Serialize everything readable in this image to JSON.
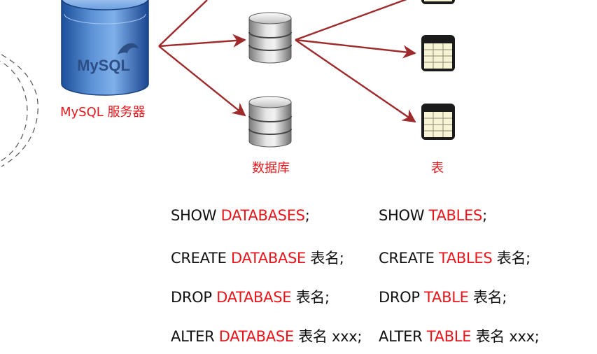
{
  "server": {
    "label": "MySQL 服务器",
    "logo_text": "MySQL"
  },
  "database_label": "数据库",
  "table_label": "表",
  "colors": {
    "arrow": "#9e2a2b",
    "accent_red": "#e8161b",
    "text": "#111111"
  },
  "commands": {
    "database": [
      {
        "prefix": "SHOW ",
        "keyword": "DATABASES",
        "suffix": ";"
      },
      {
        "prefix": "CREATE ",
        "keyword": "DATABASE",
        "suffix": " 表名;"
      },
      {
        "prefix": "DROP ",
        "keyword": "DATABASE",
        "suffix": " 表名;"
      },
      {
        "prefix": "ALTER ",
        "keyword": "DATABASE",
        "suffix": " 表名 xxx;"
      }
    ],
    "table": [
      {
        "prefix": "SHOW ",
        "keyword": "TABLES",
        "suffix": ";"
      },
      {
        "prefix": "CREATE ",
        "keyword": "TABLES",
        "suffix": " 表名;"
      },
      {
        "prefix": "DROP ",
        "keyword": "TABLE",
        "suffix": " 表名;"
      },
      {
        "prefix": "ALTER ",
        "keyword": "TABLE",
        "suffix": " 表名 xxx;"
      }
    ]
  }
}
